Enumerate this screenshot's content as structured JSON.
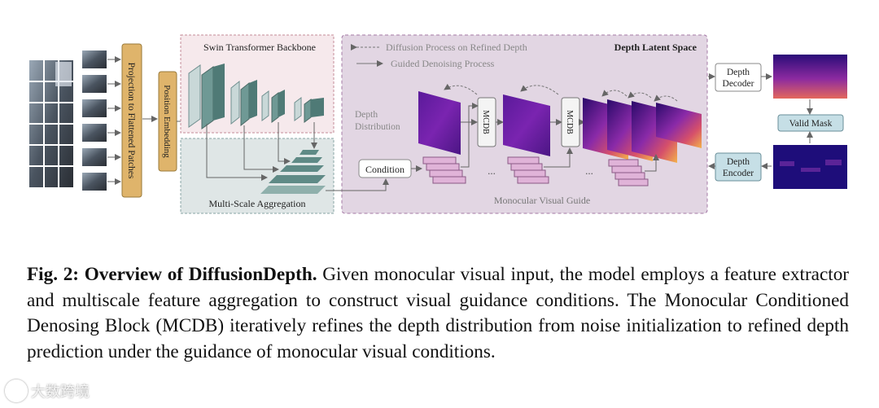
{
  "figure": {
    "swin_title": "Swin Transformer Backbone",
    "msa_title": "Multi-Scale Aggregation",
    "latent_title": "Depth Latent Space",
    "legend_diffusion": "Diffusion Process on Refined Depth",
    "legend_guided": "Guided Denoising Process",
    "depth_dist_line1": "Depth",
    "depth_dist_line2": "Distribution",
    "condition_label": "Condition",
    "guide_label": "Monocular Visual Guide",
    "mcdb1": "MCDB",
    "mcdb2": "MCDB",
    "ellipsis1": "...",
    "ellipsis2": "...",
    "projection_label": "Projection to Flattened Patches",
    "position_label": "Position Embedding",
    "decoder_line1": "Depth",
    "decoder_line2": "Decoder",
    "encoder_line1": "Depth",
    "encoder_line2": "Encoder",
    "valid_mask": "Valid Mask"
  },
  "caption": {
    "label": "Fig. 2:",
    "title": "Overview of DiffusionDepth.",
    "text": "Given monocular visual input, the model employs a feature extractor and multiscale feature aggregation to construct visual guidance conditions. The Monocular Conditioned Denosing Block (MCDB) iteratively refines the depth distribution from noise initialization to refined depth prediction under the guidance of monocular visual conditions."
  },
  "watermark": {
    "text": "大数跨境"
  },
  "colors": {
    "latent_bg": "#e2d6e3",
    "swin_bg": "#f6e9ec",
    "msa_bg": "#dfe6e6",
    "projection_box": "#dfb46b",
    "encoder_box": "#c6dfe6",
    "slab": "#d6aed2"
  }
}
